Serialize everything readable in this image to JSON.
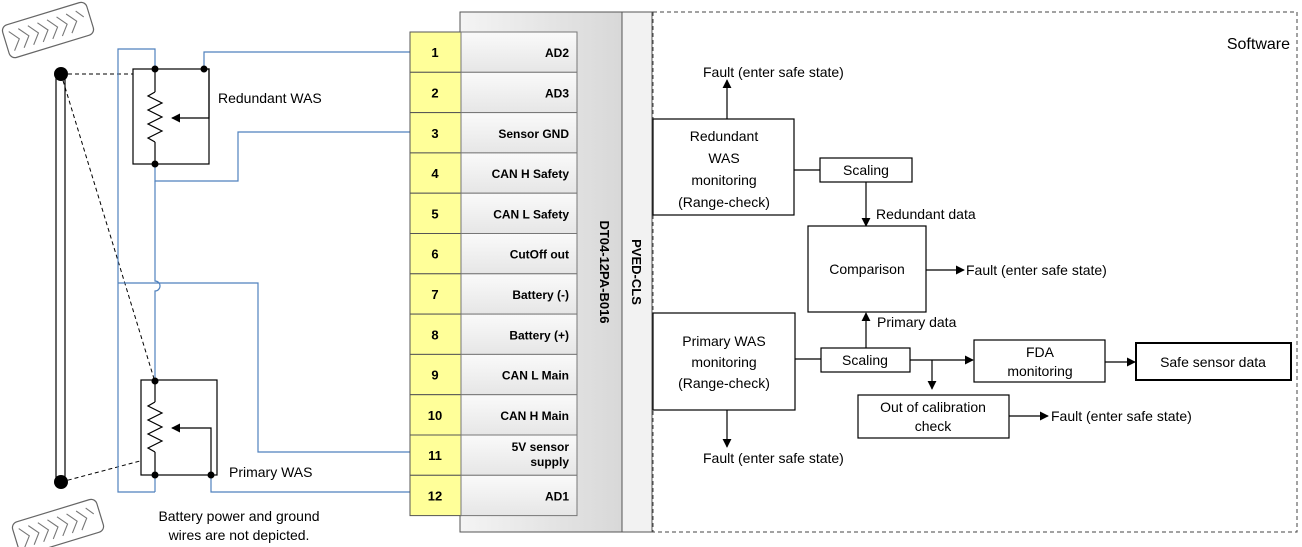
{
  "region_title": "Software",
  "connector_name": "DT04-12PA-B016",
  "module_name": "PVED-CLS",
  "pins": [
    {
      "num": "1",
      "label": "AD2"
    },
    {
      "num": "2",
      "label": "AD3"
    },
    {
      "num": "3",
      "label": "Sensor GND"
    },
    {
      "num": "4",
      "label": "CAN H Safety"
    },
    {
      "num": "5",
      "label": "CAN L Safety"
    },
    {
      "num": "6",
      "label": "CutOff out"
    },
    {
      "num": "7",
      "label": "Battery (-)"
    },
    {
      "num": "8",
      "label": "Battery (+)"
    },
    {
      "num": "9",
      "label": "CAN L Main"
    },
    {
      "num": "10",
      "label": "CAN H Main"
    },
    {
      "num": "11",
      "label": [
        "5V sensor",
        "supply"
      ]
    },
    {
      "num": "12",
      "label": "AD1"
    }
  ],
  "sensors": {
    "redundant": "Redundant WAS",
    "primary": "Primary WAS"
  },
  "note": [
    "Battery power and ground",
    "wires are not depicted."
  ],
  "blocks": {
    "redundant_monitor": [
      "Redundant",
      "WAS",
      "monitoring",
      "(Range-check)"
    ],
    "primary_monitor": [
      "Primary WAS",
      "monitoring",
      "(Range-check)"
    ],
    "scaling_top": "Scaling",
    "scaling_bottom": "Scaling",
    "comparison": "Comparison",
    "fda": [
      "FDA",
      "monitoring"
    ],
    "calibration": [
      "Out of calibration",
      "check"
    ],
    "safe_output": "Safe sensor data"
  },
  "labels": {
    "fault_top": "Fault (enter safe state)",
    "fault_bottom": "Fault (enter safe state)",
    "fault_comparison": "Fault (enter safe state)",
    "fault_calibration": "Fault (enter safe state)",
    "redundant_data": "Redundant data",
    "primary_data": "Primary data"
  },
  "colors": {
    "wire": "#4f81bd",
    "pin_fill": "#ffff99"
  }
}
